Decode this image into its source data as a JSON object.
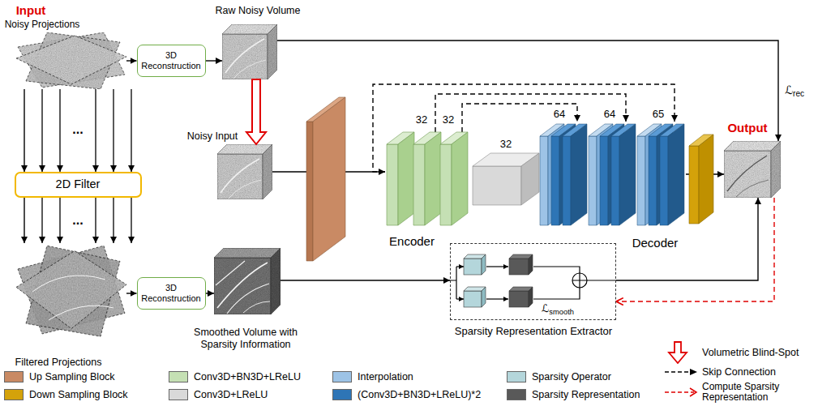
{
  "diagram": {
    "nodes": [
      {
        "text": [
          "Input",
          "Noisy Projections"
        ]
      },
      {
        "text": [
          "3D Reconstruction"
        ]
      },
      {
        "text": [
          "Raw Noisy Volume"
        ]
      },
      {
        "text": [
          "Noisy Input"
        ]
      },
      {
        "text": [
          "2D Filter"
        ]
      },
      {
        "text": [
          "Filtered Projections"
        ]
      },
      {
        "text": [
          "3D Reconstruction"
        ]
      },
      {
        "text": [
          "Smoothed Volume with Sparsity Information"
        ]
      },
      {
        "text": [
          "Encoder"
        ]
      },
      {
        "text": [
          "Decoder"
        ]
      },
      {
        "text": [
          "Output"
        ]
      },
      {
        "text": [
          "Sparsity Representation Extractor"
        ]
      }
    ],
    "edges": [
      {
        "from": 0,
        "to": 1,
        "arrow": "to"
      },
      {
        "from": 1,
        "to": 2,
        "arrow": "to"
      },
      {
        "from": 2,
        "to": 3,
        "arrow": "to"
      },
      {
        "from": 0,
        "to": 4,
        "arrow": "to"
      },
      {
        "from": 4,
        "to": 5,
        "arrow": "to"
      },
      {
        "from": 5,
        "to": 6,
        "arrow": "to"
      },
      {
        "from": 6,
        "to": 7,
        "arrow": "to"
      },
      {
        "from": 3,
        "to": 8,
        "arrow": "to"
      },
      {
        "from": 8,
        "to": 9,
        "arrow": "to"
      },
      {
        "from": 8,
        "to": 9,
        "arrow": "to"
      },
      {
        "from": 8,
        "to": 9,
        "arrow": "to"
      },
      {
        "from": 9,
        "to": 10,
        "arrow": "to"
      },
      {
        "from": 2,
        "to": 10,
        "label": "ℒrec",
        "arrow": "to"
      },
      {
        "from": 7,
        "to": 11,
        "arrow": "to"
      },
      {
        "from": 11,
        "to": 10,
        "arrow": "to"
      },
      {
        "from": 10,
        "to": 11,
        "arrow": "to"
      }
    ],
    "labels": [
      "32",
      "32",
      "32",
      "64",
      "64",
      "65",
      "...",
      "...",
      "ℒsmooth"
    ],
    "legend": [
      {
        "text": "Up Sampling Block",
        "color": "#c98a64"
      },
      {
        "text": "Conv3D+BN3D+LReLU",
        "color": "#c5e0b4"
      },
      {
        "text": "Interpolation",
        "color": "#9dc3e6"
      },
      {
        "text": "Sparsity Operator",
        "color": "#b4d6db"
      },
      {
        "text": "Down Sampling Block",
        "color": "#d4a20a"
      },
      {
        "text": "Conv3D+LReLU",
        "color": "#d9d9d9"
      },
      {
        "text": "(Conv3D+BN3D+LReLU)*2",
        "color": "#2e75b6"
      },
      {
        "text": "Sparsity Representation",
        "color": "#595959"
      },
      {
        "text": "Volumetric Blind-Spot"
      },
      {
        "text": "Skip Connection"
      },
      {
        "text": "Compute Sparsity Representation"
      }
    ]
  }
}
